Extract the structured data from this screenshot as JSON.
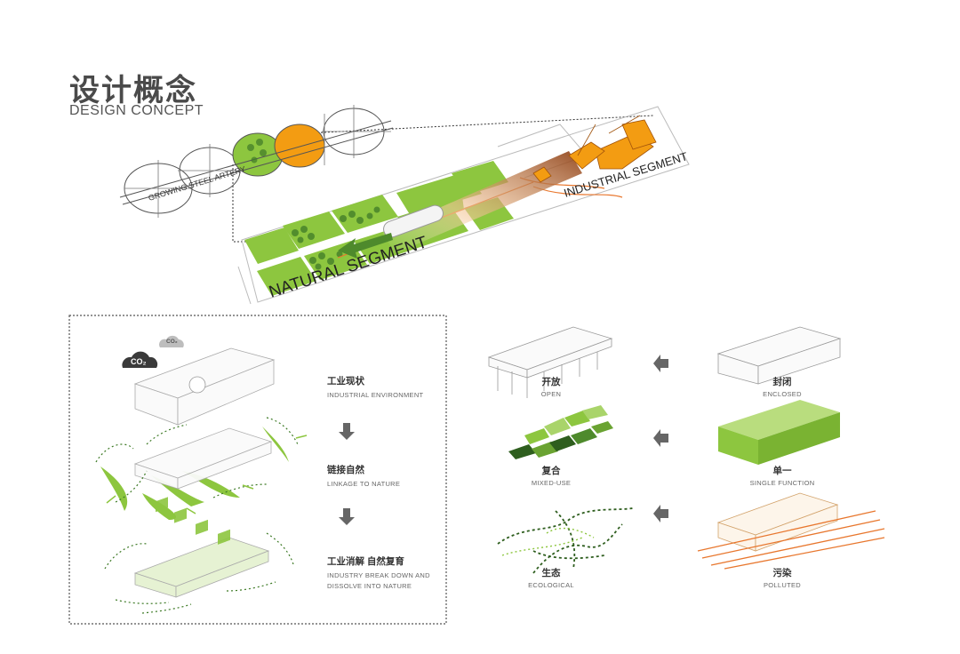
{
  "header": {
    "title_cn": "设计概念",
    "title_en": "DESIGN CONCEPT"
  },
  "master_plan": {
    "artery_label": "GROWING STEEL ARTERY",
    "natural_label": "NATURAL SEGMENT",
    "industrial_label": "INDUSTRIAL SEGMENT"
  },
  "process_panel": {
    "steps": [
      {
        "cn": "工业现状",
        "en": "INDUSTRIAL ENVIRONMENT"
      },
      {
        "cn": "链接自然",
        "en": "LINKAGE TO NATURE"
      },
      {
        "cn": "工业消解 自然复育",
        "en_line1": "INDUSTRY BREAK DOWN AND",
        "en_line2": "DISSOLVE INTO NATURE"
      }
    ],
    "co2_big": "CO₂",
    "co2_small": "CO₂"
  },
  "comparison": {
    "rows": [
      {
        "before_cn": "封闭",
        "before_en": "ENCLOSED",
        "after_cn": "开放",
        "after_en": "OPEN"
      },
      {
        "before_cn": "单一",
        "before_en": "SINGLE FUNCTION",
        "after_cn": "复合",
        "after_en": "MIXED-USE"
      },
      {
        "before_cn": "污染",
        "before_en": "POLLUTED",
        "after_cn": "生态",
        "after_en": "ECOLOGICAL"
      }
    ]
  },
  "colors": {
    "green": "#8dc63f",
    "dark_green": "#2e5e1e",
    "orange": "#f39c12",
    "arrow_gray": "#666666"
  }
}
